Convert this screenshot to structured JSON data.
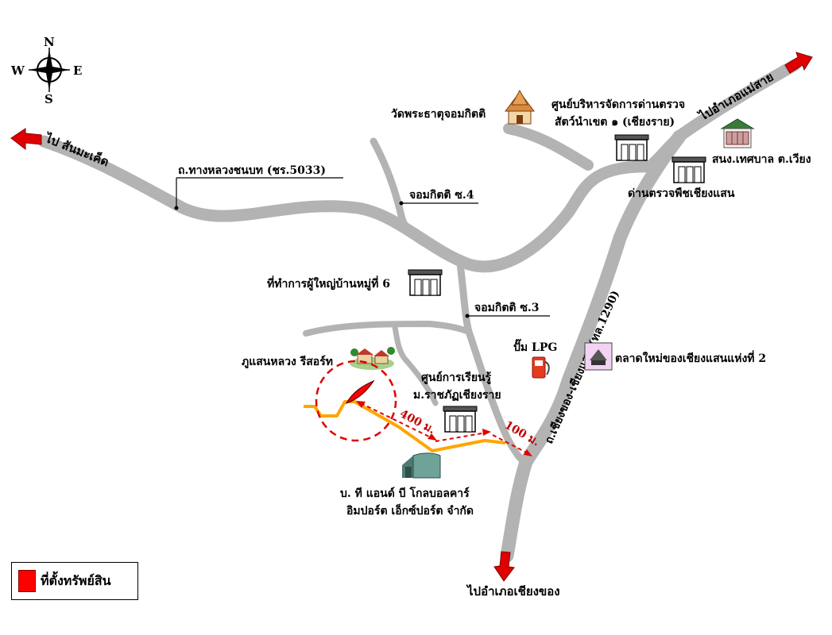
{
  "compass": {
    "n": "N",
    "s": "S",
    "e": "E",
    "w": "W"
  },
  "directions": {
    "to_sanmakhet": "ไป สันมะเค็ด",
    "to_maesai": "ไปอำเภอแม่สาย",
    "to_chiangkhong": "ไปอำเภอเชียงของ"
  },
  "roads": {
    "rural": "ถ.ทางหลวงชนบท (ชร.5033)",
    "highway": "ถ.เชียงของ-เชียงแสน (ทล.1290)",
    "soi4": "จอมกิตติ ซ.4",
    "soi3": "จอมกิตติ ซ.3"
  },
  "places": {
    "temple": "วัดพระธาตุจอมกิตติ",
    "animal_office_1": "ศูนย์บริหารจัดการด่านตรวจ",
    "animal_office_2": "สัตว์นำเขต ๑ (เชียงราย)",
    "municipality": "สนง.เทศบาล ต.เวียง",
    "plant_checkpoint": "ด่านตรวจพืชเชียงแสน",
    "village_head": "ที่ทำการผู้ใหญ่บ้านหมู่ที่ 6",
    "resort": "ภูแสนหลวง รีสอร์ท",
    "lpg": "ปั๊ม LPG",
    "market": "ตลาดใหม่ของเชียงแสนแห่งที่ 2",
    "learning_1": "ศูนย์การเรียนรู้",
    "learning_2": "ม.ราชภัฏเชียงราย",
    "company_1": "บ. ที แอนด์ บี โกลบอลคาร์",
    "company_2": "อิมปอร์ต เอ็กซ์ปอร์ต จำกัด"
  },
  "distances": {
    "d400": "400 ม.",
    "d100": "100 ม."
  },
  "legend": {
    "label": "ที่ตั้งทรัพย์สิน"
  },
  "colors": {
    "road": "#b3b3b3",
    "route": "#ffa500",
    "property": "#ff0000",
    "arrow": "#e00000",
    "circle": "#e00000"
  }
}
